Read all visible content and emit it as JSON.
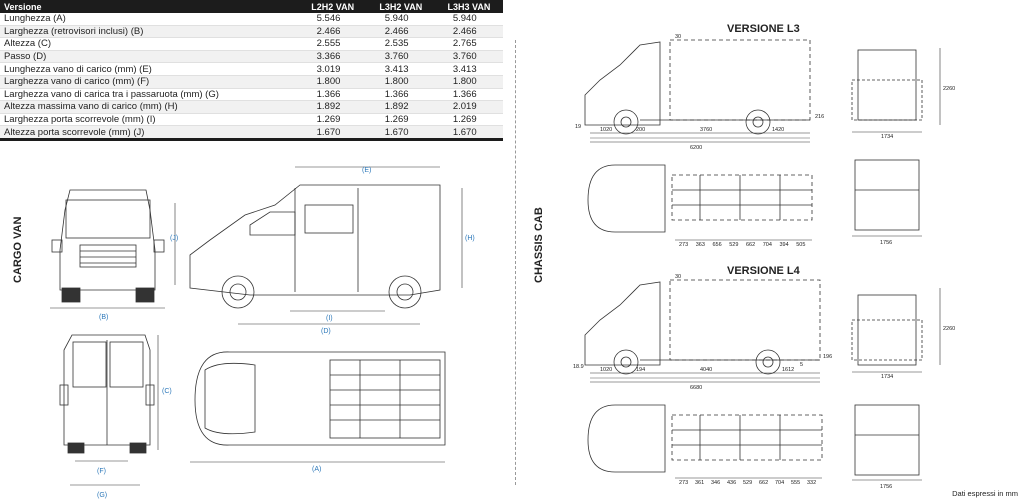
{
  "table": {
    "headers": [
      "Versione",
      "L2H2 VAN",
      "L3H2 VAN",
      "L3H3 VAN"
    ],
    "rows": [
      [
        "Lunghezza (A)",
        "5.546",
        "5.940",
        "5.940"
      ],
      [
        "Larghezza (retrovisori inclusi) (B)",
        "2.466",
        "2.466",
        "2.466"
      ],
      [
        "Altezza (C)",
        "2.555",
        "2.535",
        "2.765"
      ],
      [
        "Passo (D)",
        "3.366",
        "3.760",
        "3.760"
      ],
      [
        "Lunghezza vano di carico (mm) (E)",
        "3.019",
        "3.413",
        "3.413"
      ],
      [
        "Larghezza vano di carico (mm) (F)",
        "1.800",
        "1.800",
        "1.800"
      ],
      [
        "Larghezza vano di carica tra i passaruota (mm) (G)",
        "1.366",
        "1.366",
        "1.366"
      ],
      [
        "Altezza massima vano di carico (mm) (H)",
        "1.892",
        "1.892",
        "2.019"
      ],
      [
        "Larghezza porta scorrevole (mm) (I)",
        "1.269",
        "1.269",
        "1.269"
      ],
      [
        "Altezza porta scorrevole (mm) (J)",
        "1.670",
        "1.670",
        "1.670"
      ]
    ]
  },
  "labels": {
    "cargo_van": "CARGO VAN",
    "chassis_cab": "CHASSIS CAB",
    "versione_l3": "VERSIONE L3",
    "versione_l4": "VERSIONE L4",
    "note": "Dati espressi in mm"
  },
  "van_dims": {
    "A": "(A)",
    "B": "(B)",
    "C": "(C)",
    "D": "(D)",
    "E": "(E)",
    "F": "(F)",
    "G": "(G)",
    "H": "(H)",
    "I": "(I)",
    "J": "(J)"
  },
  "l3_dims": {
    "top": "30",
    "left": "19",
    "front": "1020",
    "mid": "200",
    "wheelbase": "3760",
    "rear": "1420",
    "total": "6200",
    "axle": "216",
    "height": "2260",
    "width": "1734",
    "rear_width": "1756",
    "frame": [
      "273",
      "363",
      "656",
      "529",
      "662",
      "704",
      "394",
      "505"
    ]
  },
  "l4_dims": {
    "top": "30",
    "left": "18.9",
    "front": "1020",
    "mid": "194",
    "wheelbase": "4040",
    "rear": "1612",
    "total": "6680",
    "axle": "196",
    "small": "5",
    "height": "2260",
    "width": "1734",
    "rear_width": "1756",
    "frame": [
      "273",
      "361",
      "346",
      "436",
      "529",
      "662",
      "704",
      "555",
      "332"
    ]
  }
}
